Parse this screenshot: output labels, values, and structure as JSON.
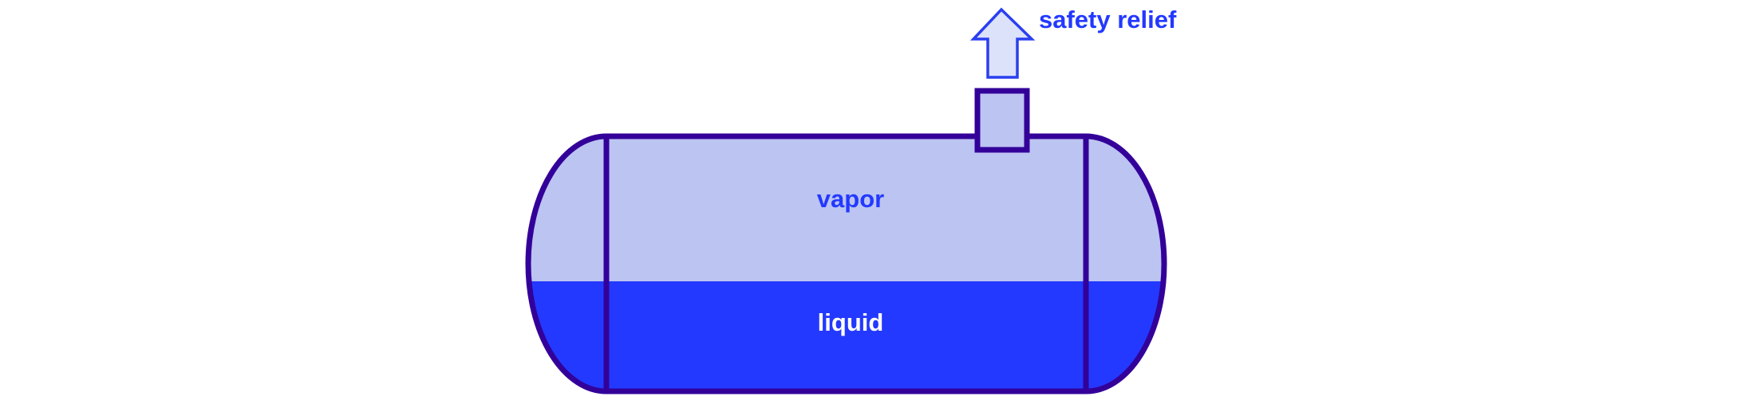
{
  "labels": {
    "safety_relief": "safety relief",
    "vapor": "vapor",
    "liquid": "liquid"
  },
  "colors": {
    "outline": "#330099",
    "vapor_fill": "#bcc4f2",
    "liquid_fill": "#2339ff",
    "arrow_fill": "#dde2fb",
    "arrow_stroke": "#2a3ff0",
    "valve_fill": "#bcc4f2",
    "label_blue": "#2339ff",
    "label_white": "#ffffff",
    "background": "#ffffff"
  },
  "icons": {
    "relief_arrow": "up-arrow-icon"
  }
}
